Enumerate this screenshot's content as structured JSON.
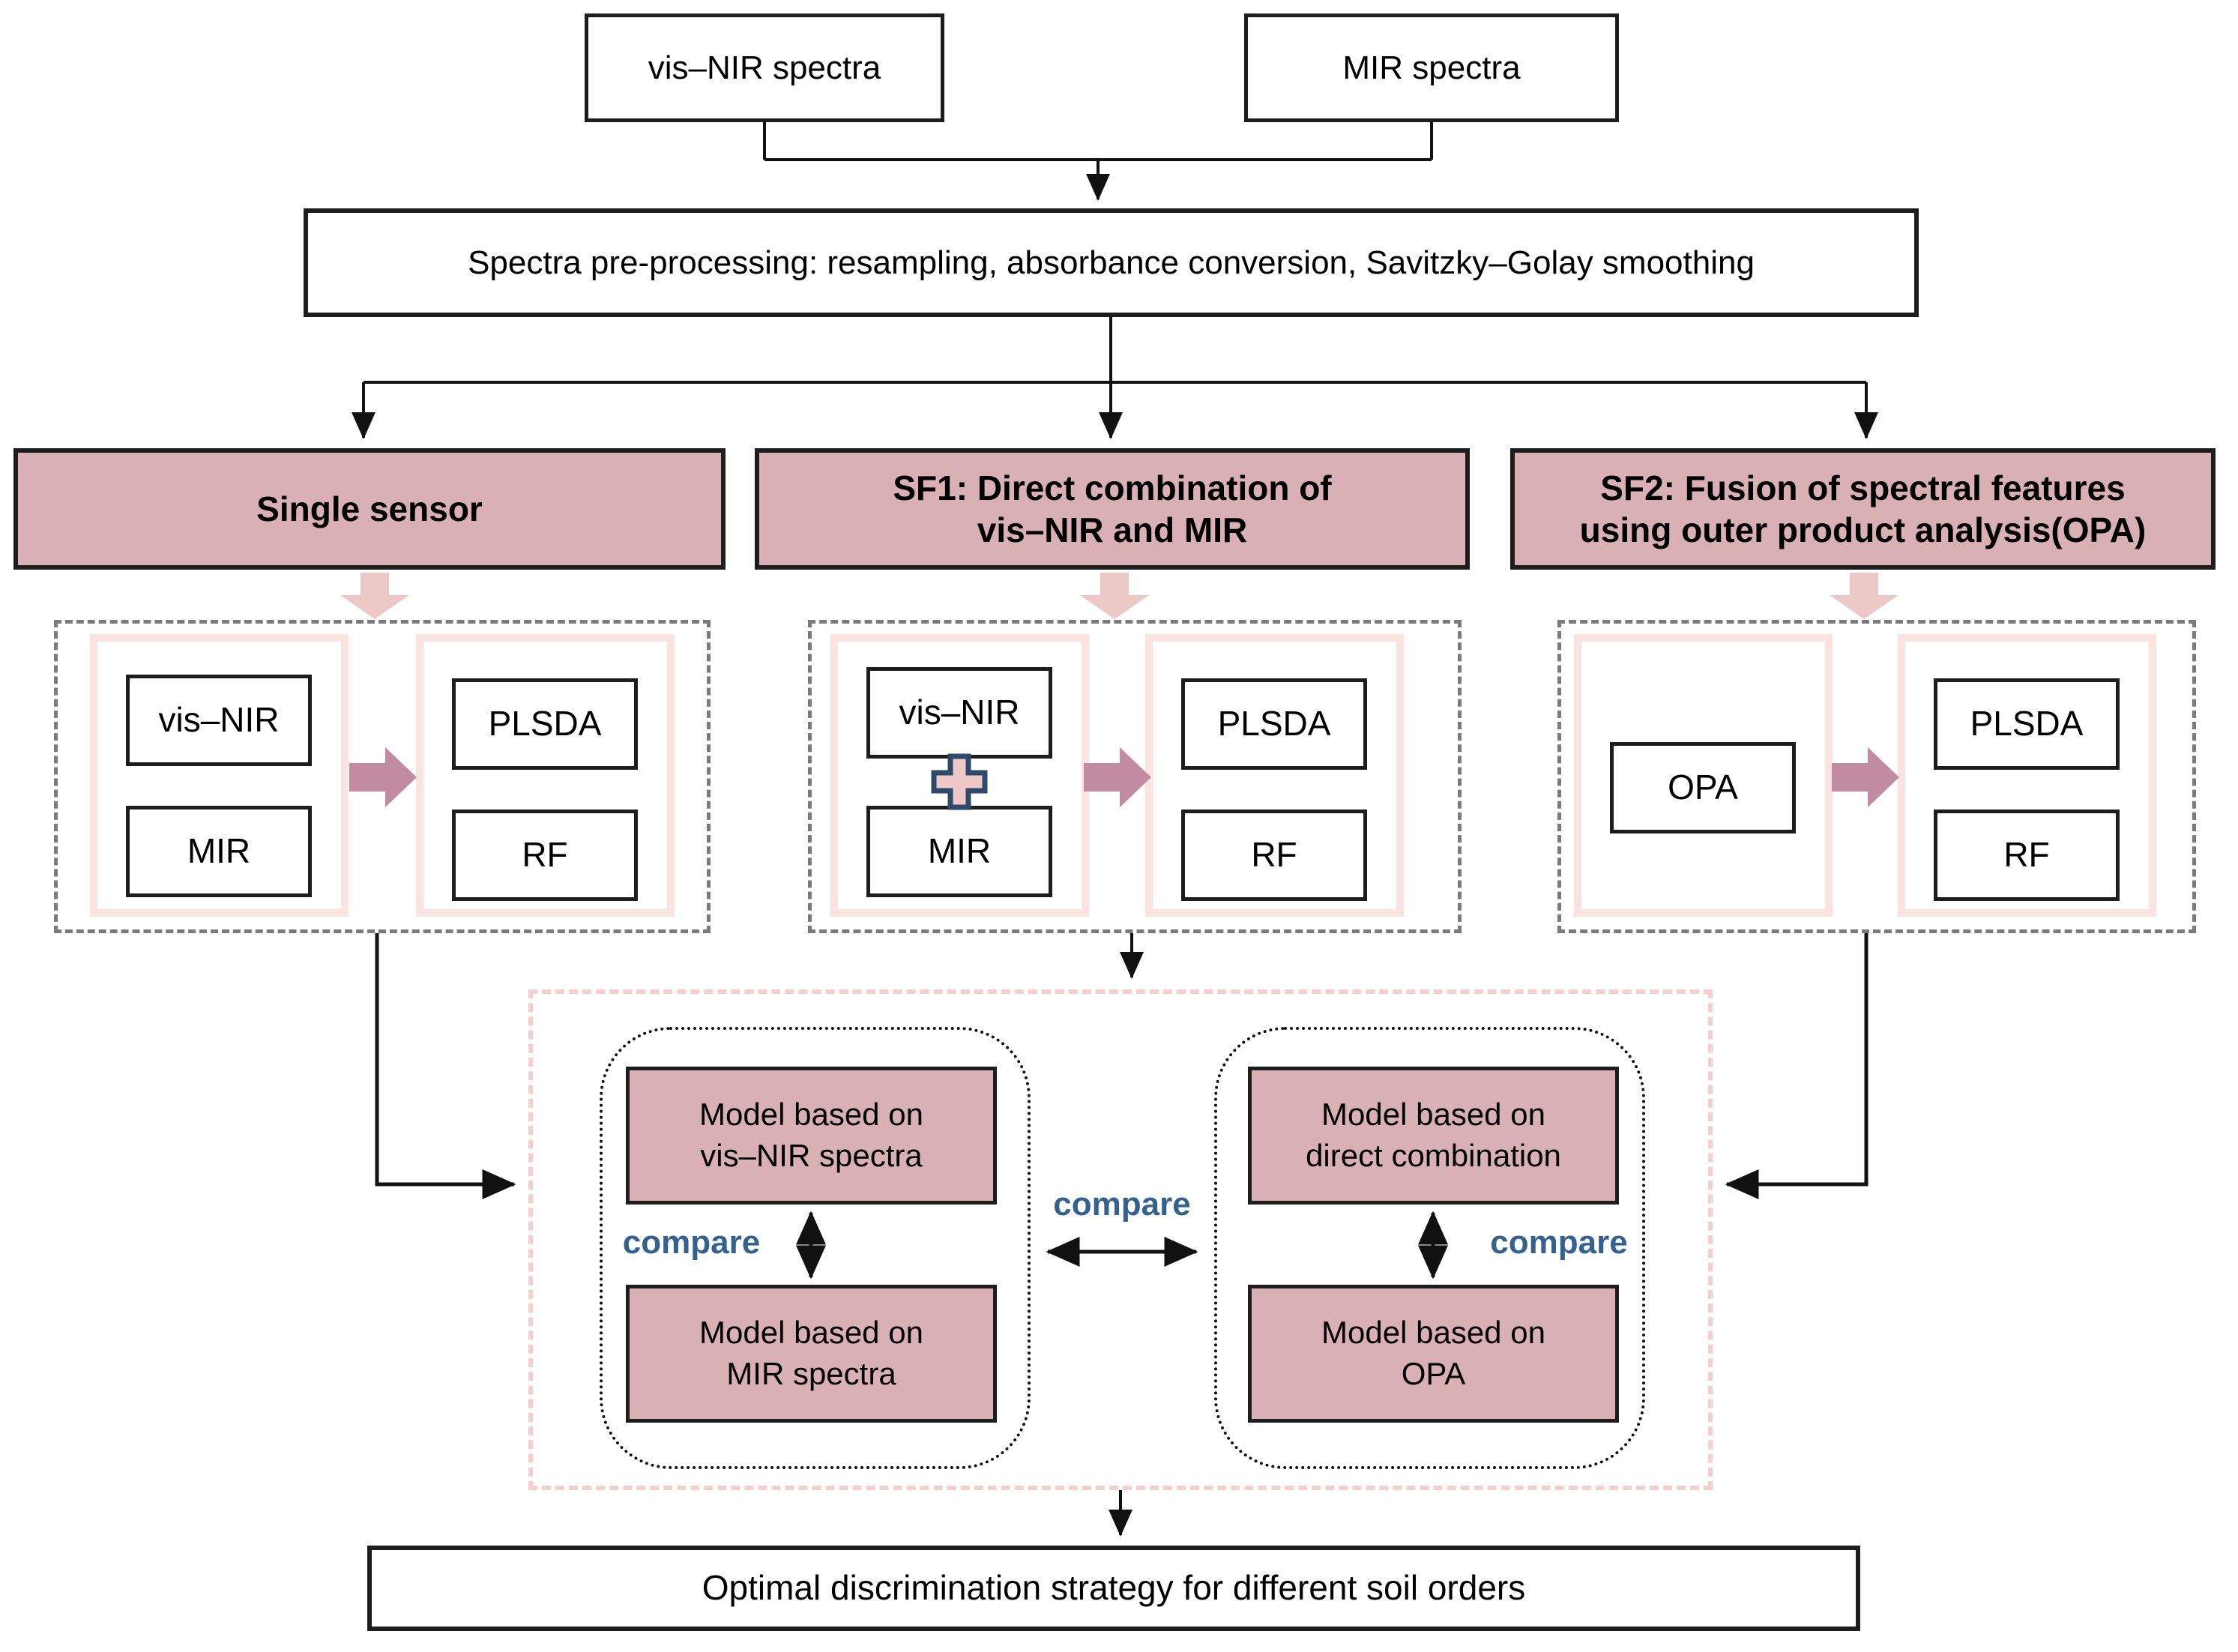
{
  "top": {
    "visnir_box": "vis–NIR spectra",
    "mir_box": "MIR spectra"
  },
  "preprocess": {
    "label": "Spectra pre-processing: resampling, absorbance conversion, Savitzky–Golay smoothing"
  },
  "strategies": {
    "single": {
      "title": "Single sensor"
    },
    "sf1": {
      "title_line1": "SF1: Direct combination of",
      "title_line2": "vis–NIR and MIR"
    },
    "sf2": {
      "title_line1": "SF2: Fusion of spectral features",
      "title_line2": "using outer product analysis(OPA)"
    }
  },
  "blocks": {
    "visnir": "vis–NIR",
    "mir": "MIR",
    "plsda": "PLSDA",
    "rf": "RF",
    "opa": "OPA"
  },
  "comparison": {
    "compare": "compare",
    "model_visnir": {
      "line1": "Model based on",
      "line2": "vis–NIR spectra"
    },
    "model_mir": {
      "line1": "Model based on",
      "line2": "MIR spectra"
    },
    "model_direct": {
      "line1": "Model based on",
      "line2": "direct combination"
    },
    "model_opa": {
      "line1": "Model based on",
      "line2": "OPA"
    }
  },
  "result": {
    "label": "Optimal discrimination strategy for different soil orders"
  },
  "colors": {
    "box_fill_pink": "#d9b0b3",
    "panel_border_pink": "#fbe4e0",
    "block_arrow_pink": "#ecc9c7",
    "fusion_arrow_mauve": "#c18ba1",
    "plus_fill": "#eec8c8",
    "plus_border": "#2e4a6b",
    "compare_text_blue": "#35618e",
    "dash_gray": "#7b7b7b",
    "compare_dash_pink": "#f6cfcd"
  }
}
